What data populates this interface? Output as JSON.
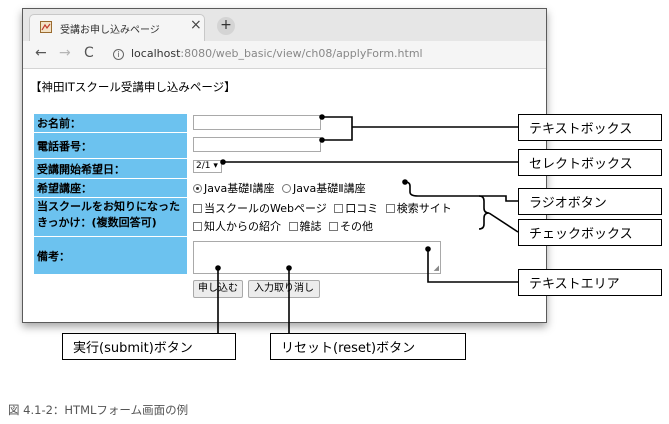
{
  "browser": {
    "tab_title": "受講お申し込みページ",
    "tab_close": "×",
    "new_tab": "+",
    "nav_back": "←",
    "nav_forward": "→",
    "nav_reload": "C",
    "info_icon": "i",
    "url_host": "localhost",
    "url_path": ":8080/web_basic/view/ch08/applyForm.html"
  },
  "page": {
    "heading": "【神田ITスクール受講申し込みページ】",
    "form": {
      "name_label": "お名前：",
      "phone_label": "電話番号：",
      "start_label": "受講開始希望日：",
      "start_selected": "2/1",
      "start_arrow": "▾",
      "course_label": "希望講座：",
      "course_options": [
        "Java基礎Ⅰ講座",
        "Java基礎Ⅱ講座"
      ],
      "course_selected_index": 0,
      "source_label_line1": "当スクールをお知りになった",
      "source_label_line2": "きっかけ：(複数回答可)",
      "source_options": [
        "当スクールのWebページ",
        "口コミ",
        "検索サイト",
        "知人からの紹介",
        "雑誌",
        "その他"
      ],
      "remarks_label": "備考：",
      "resize_grip": "◢",
      "submit_label": "申し込む",
      "reset_label": "入力取り消し"
    }
  },
  "callouts": {
    "textbox": "テキストボックス",
    "select": "セレクトボックス",
    "radio": "ラジオボタン",
    "checkbox": "チェックボックス",
    "textarea": "テキストエリア",
    "submit": "実行(submit)ボタン",
    "reset": "リセット(reset)ボタン"
  },
  "caption": "図 4.1-2：HTMLフォーム画面の例",
  "colors": {
    "label_bg": "#6cc2ef",
    "window_border": "#5a5a5a"
  }
}
